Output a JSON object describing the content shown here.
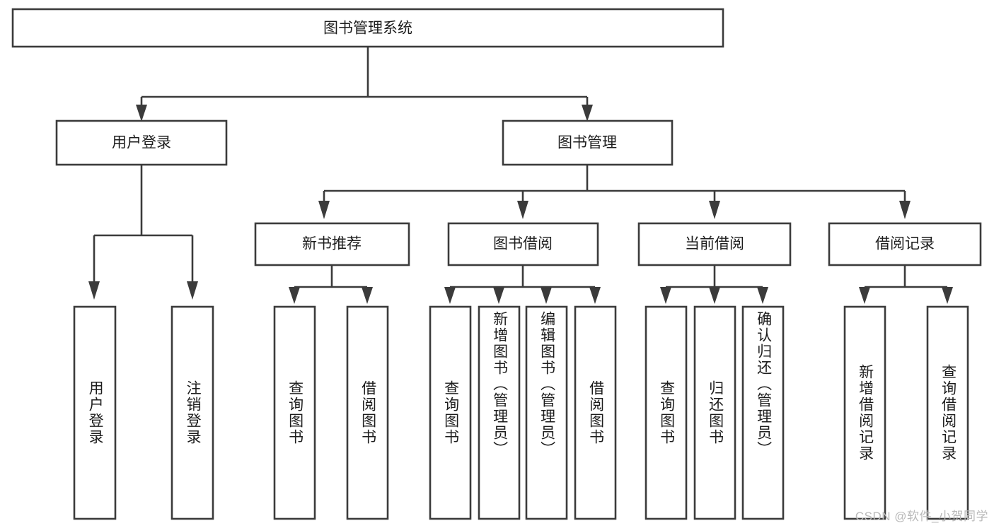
{
  "diagram": {
    "type": "tree",
    "title": "图书管理系统",
    "orientation": "top-down",
    "watermark": "CSDN @软件_小贺同学",
    "colors": {
      "stroke": "#3b3b3b",
      "fill": "#ffffff",
      "text": "#1d1d1d",
      "watermark": "#b9b9b9"
    },
    "nodes": {
      "root": {
        "label": "图书管理系统",
        "level": 1
      },
      "user_login": {
        "label": "用户登录",
        "level": 2
      },
      "book_manage": {
        "label": "图书管理",
        "level": 2
      },
      "new_book_rec": {
        "label": "新书推荐",
        "level": 3
      },
      "book_borrow": {
        "label": "图书借阅",
        "level": 3
      },
      "current_borrow": {
        "label": "当前借阅",
        "level": 3
      },
      "borrow_record": {
        "label": "借阅记录",
        "level": 3
      }
    },
    "leaves": [
      {
        "id": "leaf-user-login",
        "label": "用户登录",
        "parent": "用户登录"
      },
      {
        "id": "leaf-logout-login",
        "label": "注销登录",
        "parent": "用户登录"
      },
      {
        "id": "leaf-query-book-1",
        "label": "查询图书",
        "parent": "新书推荐"
      },
      {
        "id": "leaf-borrow-book-1",
        "label": "借阅图书",
        "parent": "新书推荐"
      },
      {
        "id": "leaf-query-book-2",
        "label": "查询图书",
        "parent": "图书借阅"
      },
      {
        "id": "leaf-add-book",
        "label": "新增图书（管理员）",
        "parent": "图书借阅"
      },
      {
        "id": "leaf-edit-book",
        "label": "编辑图书（管理员）",
        "parent": "图书借阅"
      },
      {
        "id": "leaf-borrow-book-2",
        "label": "借阅图书",
        "parent": "图书借阅"
      },
      {
        "id": "leaf-query-book-3",
        "label": "查询图书",
        "parent": "当前借阅"
      },
      {
        "id": "leaf-return-book",
        "label": "归还图书",
        "parent": "当前借阅"
      },
      {
        "id": "leaf-confirm-return",
        "label": "确认归还（管理员）",
        "parent": "当前借阅"
      },
      {
        "id": "leaf-add-record",
        "label": "新增借阅记录",
        "parent": "借阅记录"
      },
      {
        "id": "leaf-query-record",
        "label": "查询借阅记录",
        "parent": "借阅记录"
      }
    ]
  }
}
